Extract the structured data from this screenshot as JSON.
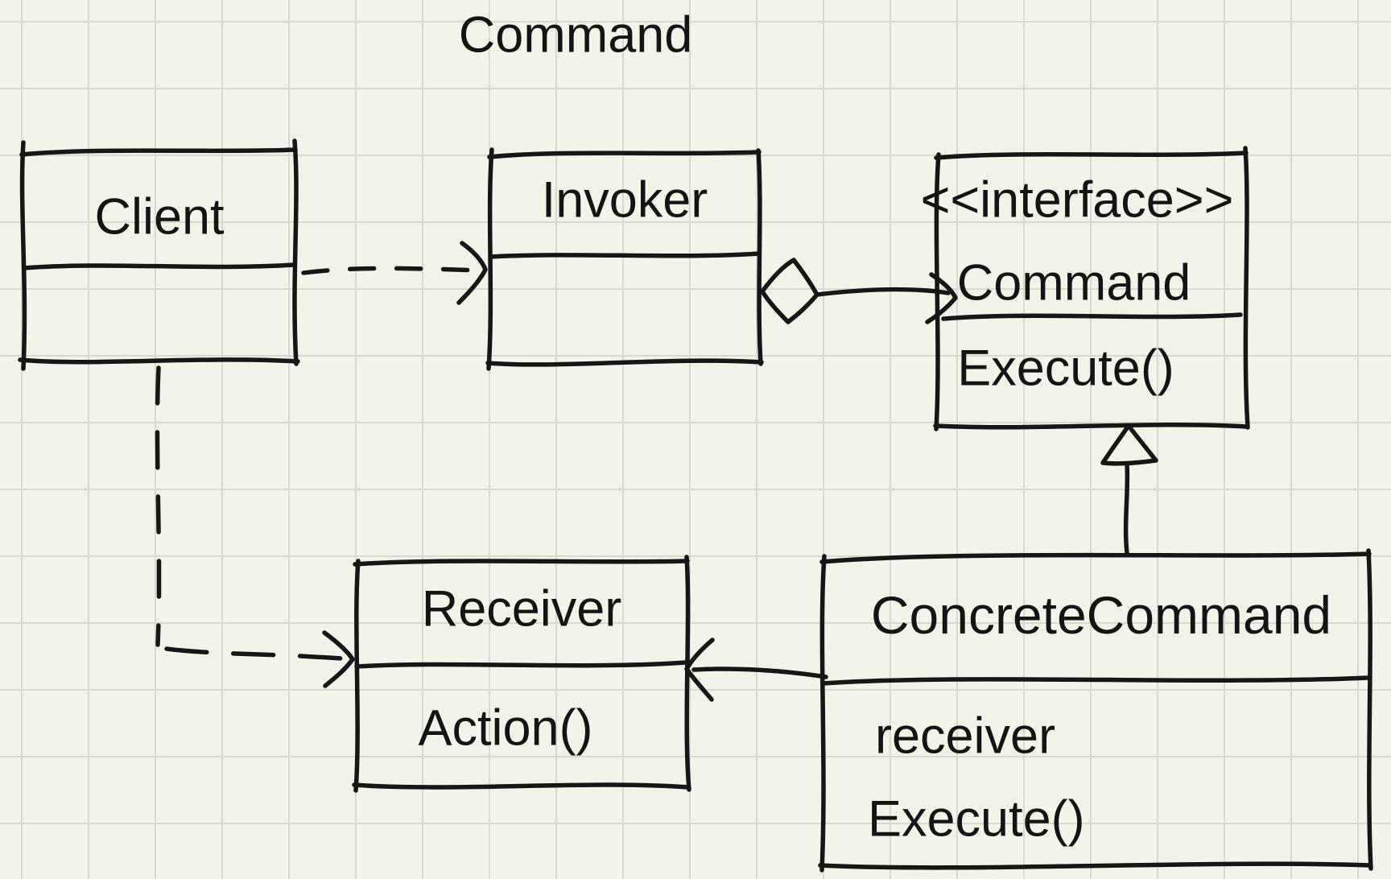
{
  "diagram": {
    "title": "Command",
    "classes": {
      "client": {
        "name": "Client"
      },
      "invoker": {
        "name": "Invoker"
      },
      "command_interface": {
        "stereotype": "<<interface>>",
        "name": "Command",
        "method": "Execute()"
      },
      "receiver": {
        "name": "Receiver",
        "method": "Action()"
      },
      "concrete_command": {
        "name": "ConcreteCommand",
        "attribute": "receiver",
        "method": "Execute()"
      }
    },
    "relationships": [
      {
        "from": "Client",
        "to": "Invoker",
        "type": "dashed-dependency-arrow"
      },
      {
        "from": "Client",
        "to": "Receiver",
        "type": "dashed-dependency-arrow"
      },
      {
        "from": "Invoker",
        "to": "Command",
        "type": "aggregation-open-diamond"
      },
      {
        "from": "ConcreteCommand",
        "to": "Command",
        "type": "realization-hollow-triangle"
      },
      {
        "from": "ConcreteCommand",
        "to": "Receiver",
        "type": "association-arrow"
      }
    ]
  },
  "theme": {
    "paper_color": "#f3f3e9",
    "grid_color": "#d9d9d1",
    "ink_color": "#161616"
  }
}
